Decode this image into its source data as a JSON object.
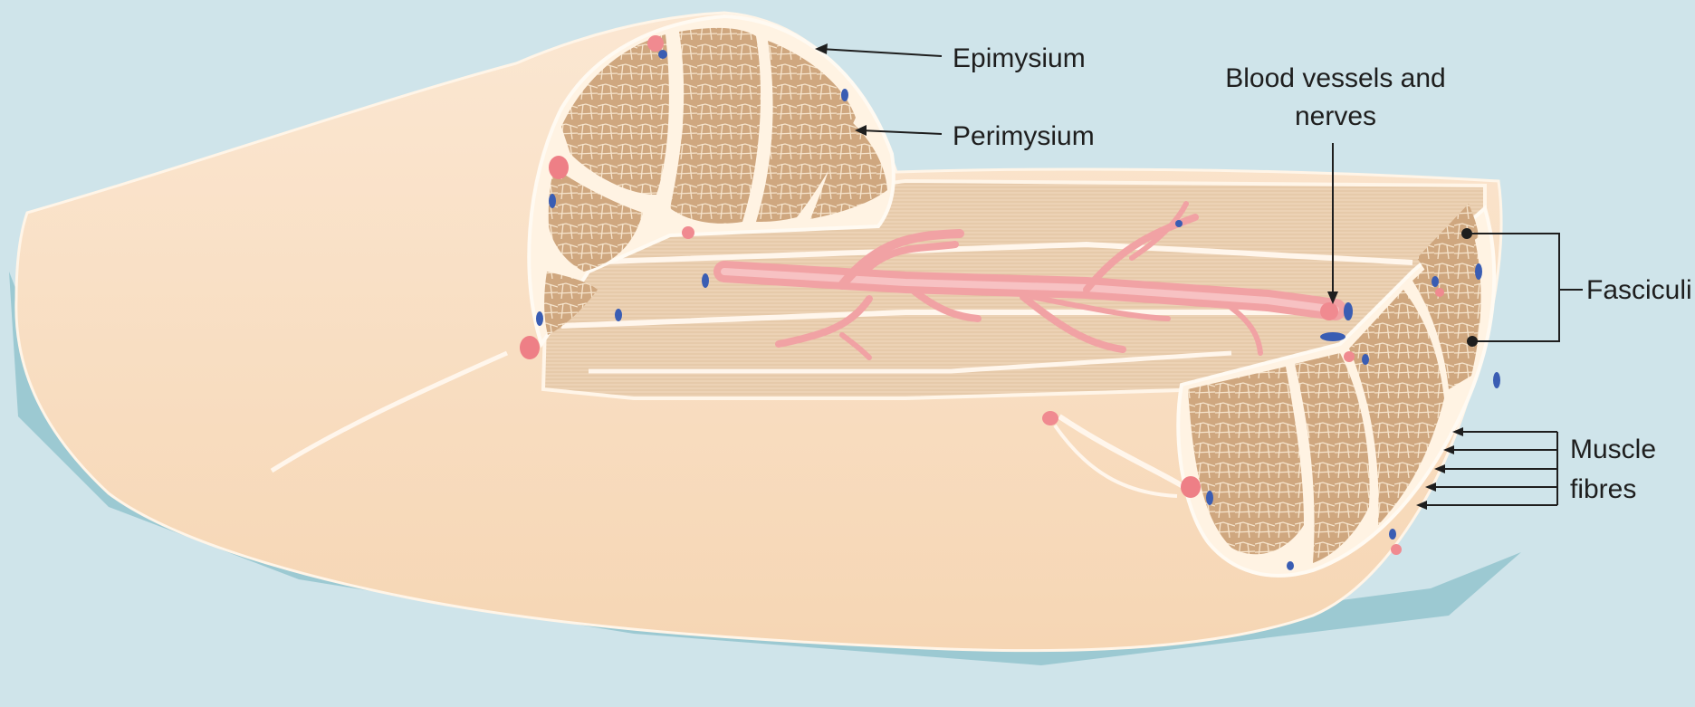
{
  "labels": {
    "epimysium": "Epimysium",
    "perimysium": "Perimysium",
    "blood_vessels_line1": "Blood vessels and",
    "blood_vessels_line2": "nerves",
    "fasciculi": "Fasciculi",
    "muscle_line1": "Muscle",
    "muscle_line2": "fibres"
  },
  "colors": {
    "background": "#cfe4ea",
    "shadow": "#9cc9d2",
    "muscle_skin": "#fae2c8",
    "connective_tissue": "#fff3e3",
    "fascicle": "#cfa77f",
    "fibre_lines": "#f6e4cc",
    "blood_vessel": "#f1a2a4",
    "nerve": "#3a5db3",
    "annotation_line": "#1e1e1e"
  }
}
